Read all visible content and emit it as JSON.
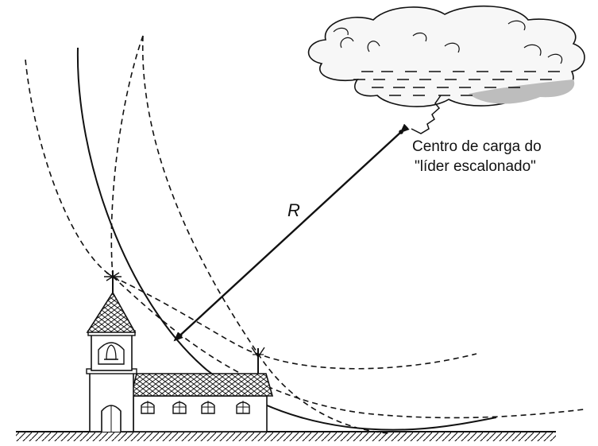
{
  "diagram": {
    "distance_label": "R",
    "charge_center_label_line1": "Centro de carga do",
    "charge_center_label_line2": "\"líder escalonado\""
  }
}
